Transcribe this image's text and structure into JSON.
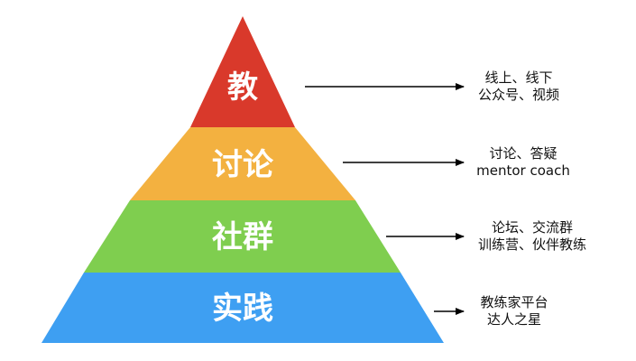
{
  "tiers": [
    {
      "label": "教",
      "color": "#d9392b",
      "notes": [
        "线上、线下",
        "公众号、视频"
      ]
    },
    {
      "label": "讨论",
      "color": "#f3b140",
      "notes": [
        "讨论、答疑",
        "mentor coach"
      ]
    },
    {
      "label": "社群",
      "color": "#7fce4f",
      "notes": [
        "论坛、交流群",
        "训练营、伙伴教练"
      ]
    },
    {
      "label": "实践",
      "color": "#3e9ff2",
      "notes": [
        "教练家平台",
        "达人之星"
      ]
    }
  ],
  "arrow_color": "#000000"
}
